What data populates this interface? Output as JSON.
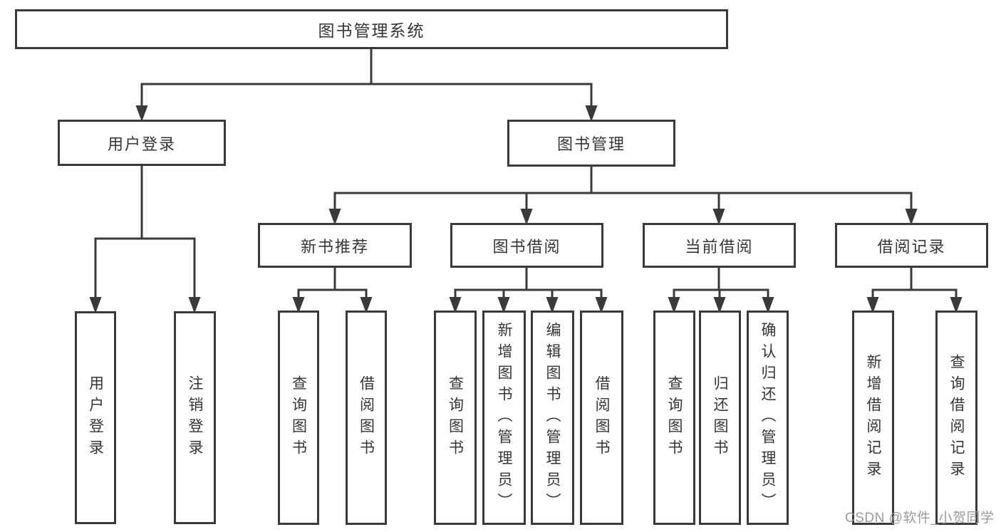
{
  "diagram": {
    "title": "图书管理系统",
    "colors": {
      "line": "#3a3a3a",
      "box_border": "#3a3a3a",
      "text": "#353535",
      "watermark": "#9b9b9b",
      "background": "#ffffff"
    },
    "nodes": {
      "root": "图书管理系统",
      "user_login": "用户登录",
      "book_mgmt": "图书管理",
      "new_book": "新书推荐",
      "book_borrow": "图书借阅",
      "current_borrow": "当前借阅",
      "borrow_record": "借阅记录",
      "ul_login": "用户登录",
      "ul_logout": "注销登录",
      "nb_query": "查询图书",
      "nb_borrow": "借阅图书",
      "bb_query": "查询图书",
      "bb_add": "新增图书（管理员）",
      "bb_edit": "编辑图书（管理员）",
      "bb_borrow": "借阅图书",
      "cb_query": "查询图书",
      "cb_return": "归还图书",
      "cb_confirm": "确认归还（管理员）",
      "br_add": "新增借阅记录",
      "br_query": "查询借阅记录"
    },
    "watermark": "CSDN @软件_小贺同学"
  }
}
